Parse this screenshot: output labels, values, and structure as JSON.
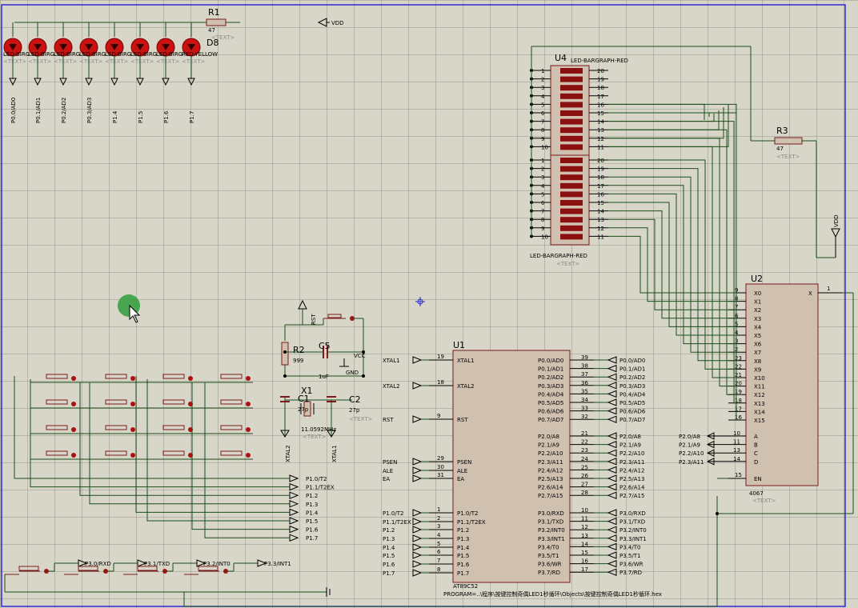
{
  "colors": {
    "background": "#d8d6c8",
    "wire": "#1a4d1a",
    "component_outline": "#7a1a1a",
    "chip_fill": "#cfc0b0",
    "led": "#cc1111",
    "bargraph": "#8a1010",
    "junction": "#000000",
    "border": "#2c2cd0"
  },
  "leds": {
    "label": "D8",
    "chip_labels": [
      "LED-BIRG",
      "LED-BIRG",
      "LED-BIRG",
      "LED-BIRG",
      "LED-BIRG",
      "LED-BIRG",
      "LED-BIRG",
      "RED-YELLOW"
    ],
    "ports": [
      "P0.0/AD0",
      "P0.1/AD1",
      "P0.2/AD2",
      "P0.3/AD3",
      "P1.4",
      "P1.5",
      "P1.6",
      "P1.7"
    ],
    "text": "<TEXT>"
  },
  "r1": {
    "ref": "R1",
    "value": "47",
    "text": "<TEXT>"
  },
  "vdd_top": "VDD",
  "u4": {
    "ref": "U4",
    "type_top": "LED-BARGRAPH-RED",
    "type_bottom": "LED-BARGRAPH-RED",
    "text": "<TEXT>",
    "left_pins": [
      "1",
      "2",
      "3",
      "4",
      "5",
      "6",
      "7",
      "8",
      "9",
      "10"
    ],
    "right_pins": [
      "20",
      "19",
      "18",
      "17",
      "16",
      "15",
      "14",
      "13",
      "12",
      "11"
    ]
  },
  "r3": {
    "ref": "R3",
    "value": "47",
    "text": "<TEXT>"
  },
  "vdd_right": "VDD",
  "u2": {
    "ref": "U2",
    "type": "4067",
    "text": "<TEXT>",
    "left_pin_nums": [
      "9",
      "8",
      "7",
      "6",
      "5",
      "4",
      "3",
      "2",
      "23",
      "22",
      "21",
      "20",
      "19",
      "18",
      "17",
      "16"
    ],
    "left_pin_names": [
      "X0",
      "X1",
      "X2",
      "X3",
      "X4",
      "X5",
      "X6",
      "X7",
      "X8",
      "X9",
      "X10",
      "X11",
      "X12",
      "X13",
      "X14",
      "X15"
    ],
    "addr_pin_nums": [
      "10",
      "11",
      "13",
      "14"
    ],
    "addr_pin_names": [
      "A",
      "B",
      "C",
      "D"
    ],
    "addr_nets": [
      "P2.0/A8",
      "P2.1/A9",
      "P2.2/A10",
      "P2.3/A11"
    ],
    "en_pin_num": "15",
    "en_pin_name": "EN",
    "x_pin_name": "X",
    "x_pin_num": "1"
  },
  "u1": {
    "ref": "U1",
    "type": "AT89C52",
    "text": "<TEXT>",
    "left_pins": [
      {
        "num": "19",
        "name": "XTAL1",
        "net": "XTAL1"
      },
      {
        "num": "18",
        "name": "XTAL2",
        "net": "XTAL2"
      },
      {
        "num": "9",
        "name": "RST",
        "net": "RST"
      },
      {
        "num": "29",
        "name": "PSEN",
        "net": "PSEN"
      },
      {
        "num": "30",
        "name": "ALE",
        "net": "ALE"
      },
      {
        "num": "31",
        "name": "EA",
        "net": "EA"
      },
      {
        "num": "1",
        "name": "P1.0/T2",
        "net": "P1.0/T2"
      },
      {
        "num": "2",
        "name": "P1.1/T2EX",
        "net": "P1.1/T2EX"
      },
      {
        "num": "3",
        "name": "P1.2",
        "net": "P1.2"
      },
      {
        "num": "4",
        "name": "P1.3",
        "net": "P1.3"
      },
      {
        "num": "5",
        "name": "P1.4",
        "net": "P1.4"
      },
      {
        "num": "6",
        "name": "P1.5",
        "net": "P1.5"
      },
      {
        "num": "7",
        "name": "P1.6",
        "net": "P1.6"
      },
      {
        "num": "8",
        "name": "P1.7",
        "net": "P1.7"
      }
    ],
    "right_pins": [
      {
        "num": "39",
        "name": "P0.0/AD0"
      },
      {
        "num": "38",
        "name": "P0.1/AD1"
      },
      {
        "num": "37",
        "name": "P0.2/AD2"
      },
      {
        "num": "36",
        "name": "P0.3/AD3"
      },
      {
        "num": "35",
        "name": "P0.4/AD4"
      },
      {
        "num": "34",
        "name": "P0.5/AD5"
      },
      {
        "num": "33",
        "name": "P0.6/AD6"
      },
      {
        "num": "32",
        "name": "P0.7/AD7"
      },
      {
        "num": "21",
        "name": "P2.0/A8"
      },
      {
        "num": "22",
        "name": "P2.1/A9"
      },
      {
        "num": "23",
        "name": "P2.2/A10"
      },
      {
        "num": "24",
        "name": "P2.3/A11"
      },
      {
        "num": "25",
        "name": "P2.4/A12"
      },
      {
        "num": "26",
        "name": "P2.5/A13"
      },
      {
        "num": "27",
        "name": "P2.6/A14"
      },
      {
        "num": "28",
        "name": "P2.7/A15"
      },
      {
        "num": "10",
        "name": "P3.0/RXD"
      },
      {
        "num": "11",
        "name": "P3.1/TXD"
      },
      {
        "num": "12",
        "name": "P3.2/INT0"
      },
      {
        "num": "13",
        "name": "P3.3/INT1"
      },
      {
        "num": "14",
        "name": "P3.4/T0"
      },
      {
        "num": "15",
        "name": "P3.5/T1"
      },
      {
        "num": "16",
        "name": "P3.6/WR"
      },
      {
        "num": "17",
        "name": "P3.7/RD"
      }
    ],
    "program": "PROGRAM=..\\程序\\按键控制奇偶LED1秒循环\\Objects\\按键控制奇偶LED1秒循环.hex"
  },
  "reset": {
    "rst_label": "RST",
    "r2_ref": "R2",
    "r2_value": "999",
    "c5_ref": "C5",
    "c5_value": "1uF",
    "vcc": "VCC",
    "gnd": "GND",
    "text": "<TEXT>"
  },
  "crystal": {
    "x1_ref": "X1",
    "x1_value": "11.0592MHz",
    "c1_ref": "C1",
    "c1_value": "27p",
    "c2_ref": "C2",
    "c2_value": "27p",
    "xtal2": "XTAL2",
    "xtal1": "XTAL1",
    "text": "<TEXT>"
  },
  "keypad_nets": [
    "P1.0/T2",
    "P1.1/T2EX",
    "P1.2",
    "P1.3",
    "P1.4",
    "P1.5",
    "P1.6",
    "P1.7"
  ],
  "p3_nets": [
    "P3.0/RXD",
    "P3.1/TXD",
    "P3.2/INT0",
    "P3.3/INT1"
  ]
}
